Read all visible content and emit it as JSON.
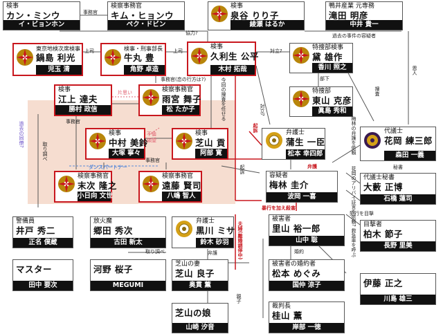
{
  "colors": {
    "red": "#c8161d",
    "gold": "#b8860b",
    "pink_zone": "#f6ddd0",
    "dark": "#111111",
    "grey": "#555555"
  },
  "boxes": {
    "kan": {
      "role": "検事",
      "name": "カン・ミンウ",
      "actor": "イ・ビョンホン"
    },
    "kim": {
      "role": "検察事務官",
      "name": "キム・ヒョンウ",
      "actor": "ペク・ドビン"
    },
    "izumiya": {
      "role": "検事",
      "name": "泉谷 りり子",
      "actor": "綾瀬 はるか"
    },
    "takita": {
      "role": "鴨井産業 元専務",
      "name": "滝田 明彦",
      "actor": "中井 貴一"
    },
    "kashima": {
      "role": "東京地検次席検事",
      "name": "鍋島 利光",
      "actor": "児玉 清"
    },
    "ushimitsu": {
      "role": "検事・刑事部長",
      "name": "牛丸 豊",
      "actor": "角野 卓造"
    },
    "kuryu": {
      "role": "検事",
      "name": "久利生 公平",
      "actor": "木村 拓哉"
    },
    "kaoru": {
      "role": "特捜部検事",
      "name": "黛 雄作",
      "actor": "香川 照之"
    },
    "toyama": {
      "role": "特捜部",
      "name": "東山 克彦",
      "actor": "眞島 秀和"
    },
    "egami": {
      "role": "検事",
      "name": "江上 達夫",
      "actor": "勝村 政信"
    },
    "amamiya": {
      "role": "検察事務官",
      "name": "雨宮 舞子",
      "actor": "松 たか子"
    },
    "nakamura": {
      "role": "検事",
      "name": "中村 美鈴",
      "actor": "大塚 寧々"
    },
    "shibayama": {
      "role": "検事",
      "name": "芝山 貢",
      "actor": "阿部 寛"
    },
    "gamou": {
      "role": "弁護士",
      "name": "蒲生 一臣",
      "actor": "松本 幸四郎"
    },
    "hanaoka": {
      "role": "代議士",
      "name": "花岡 練三郎",
      "actor": "森田 一義"
    },
    "suetsugu": {
      "role": "検察事務官",
      "name": "末次 隆之",
      "actor": "小日向 文世"
    },
    "endo": {
      "role": "検察事務官",
      "name": "遠藤 賢司",
      "actor": "八嶋 智人"
    },
    "umebayashi": {
      "role": "容疑者",
      "name": "梅林 圭介",
      "actor": "波岡 一喜"
    },
    "oyabu": {
      "role": "代議士秘書",
      "name": "大藪 正博",
      "actor": "石橋 蓮司"
    },
    "ido": {
      "role": "警備員",
      "name": "井戸 秀二",
      "actor": "正名 僕蔵"
    },
    "gouda": {
      "role": "放火魔",
      "name": "郷田 秀次",
      "actor": "古田 新太"
    },
    "kuroki": {
      "role": "弁護士",
      "name": "黒川 ミサ",
      "actor": "鈴木 砂羽"
    },
    "satoyama": {
      "role": "被害者",
      "name": "里山 裕一郎",
      "actor": "山中 聡"
    },
    "kashiki": {
      "role": "目撃者",
      "name": "柏木 節子",
      "actor": "長野 里美"
    },
    "master": {
      "role": "",
      "name": "マスター",
      "actor": "田中 要次"
    },
    "kawano": {
      "role": "",
      "name": "河野 桜子",
      "actor": "MEGUMI"
    },
    "shibayama_wife": {
      "role": "芝山の妻",
      "name": "芝山 良子",
      "actor": "奥貫 薫"
    },
    "matsumoto": {
      "role": "被害者の婚約者",
      "name": "松本 めぐみ",
      "actor": "国仲 涼子"
    },
    "ito": {
      "role": "",
      "name": "伊藤 正之",
      "actor": "川島 雄三"
    },
    "shibayama_daughter": {
      "role": "",
      "name": "芝山の娘",
      "actor": "山崎 汐音"
    },
    "katsurayama": {
      "role": "裁判長",
      "name": "桂山 薫",
      "actor": "岸部 一徳"
    }
  },
  "labels": {
    "jimukan1": "事務官",
    "kyoryoku": "協力?",
    "kakoJiken": "過去の事件の容疑者",
    "onjin": "恩人",
    "joushi1": "上司",
    "joushi2": "上司",
    "tairitsu": "対立?",
    "buka": "部下",
    "sousa": "捜査",
    "jimukanKoi": "事務官(恋の行方は?)",
    "konkai": "今回の捜査を任せる",
    "tairitsu2": "対立?",
    "kataomoi": "片思い",
    "furin": "不倫願望",
    "kiso": "起訴",
    "bengo1": "弁護",
    "dance": "ダンスパートナー",
    "jimukan2": "事務官",
    "jimukan3": "事務官",
    "kako": "過去の同僚?",
    "torishirabe1": "取り調べ",
    "kiso2": "起訴",
    "kisoRed": "起訴",
    "bouryoku": "暴行を加え殺害",
    "hanaoka_bengo": "梅林の弁護を依頼",
    "alibi": "花岡のアリバイ証言を依頼?",
    "hisho": "秘書",
    "hannin": "犯行を目撃",
    "torishirabe2": "取り調べ",
    "bengo2": "弁護",
    "fuufu": "夫婦(離婚調停中)",
    "kyukyu": "救急車を呼ぶ",
    "konyaku": "婚約",
    "oyako": "親子"
  }
}
